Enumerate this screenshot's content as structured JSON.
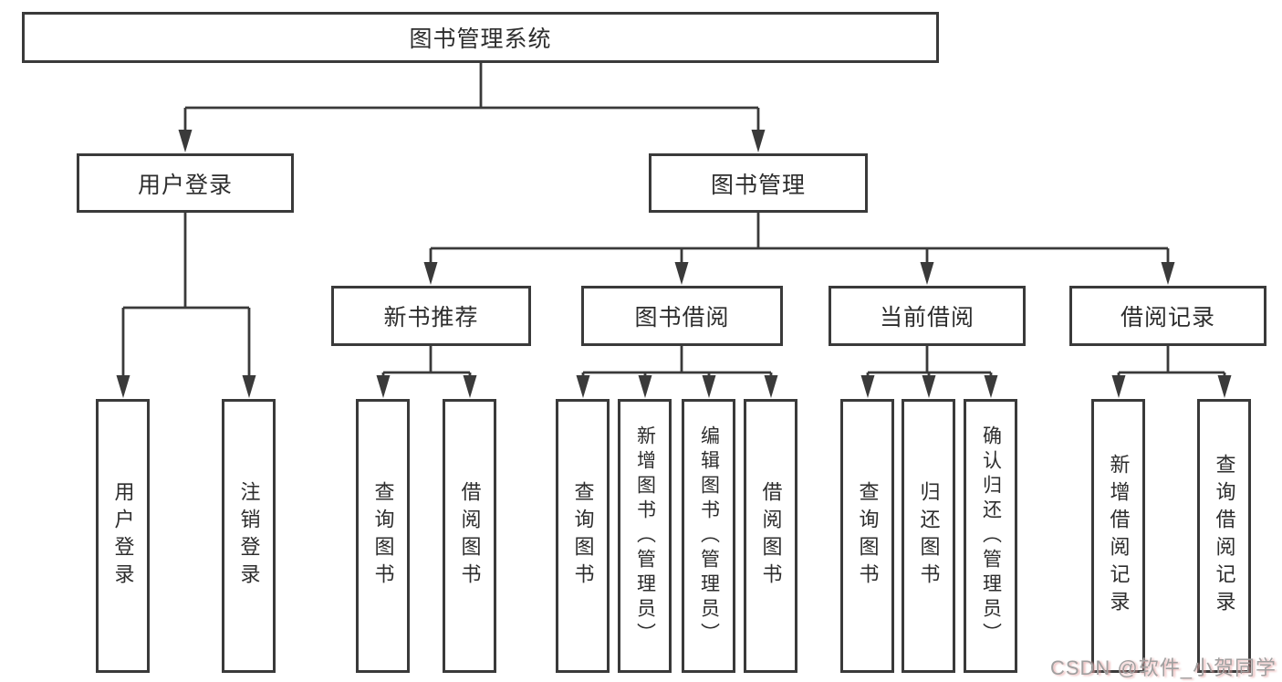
{
  "nodes": {
    "root": "图书管理系统",
    "branches": [
      {
        "label": "用户登录",
        "leaves": [
          "用户登录",
          "注销登录"
        ]
      },
      {
        "label": "图书管理",
        "subbranches": [
          {
            "label": "新书推荐",
            "leaves": [
              "查询图书",
              "借阅图书"
            ]
          },
          {
            "label": "图书借阅",
            "leaves": [
              "查询图书",
              "新增图书（管理员）",
              "编辑图书（管理员）",
              "借阅图书"
            ]
          },
          {
            "label": "当前借阅",
            "leaves": [
              "查询图书",
              "归还图书",
              "确认归还（管理员）"
            ]
          },
          {
            "label": "借阅记录",
            "leaves": [
              "新增借阅记录",
              "查询借阅记录"
            ]
          }
        ]
      }
    ]
  },
  "watermark": {
    "text": "CSDN @软件_小贺同学"
  },
  "colors": {
    "line": "#3a3a3a",
    "box_border": "#3a3a3a",
    "text": "#2d2d2d",
    "background": "#ffffff",
    "watermark": "#a0a0a0",
    "watermark_shadow": "#e8a6a6"
  }
}
